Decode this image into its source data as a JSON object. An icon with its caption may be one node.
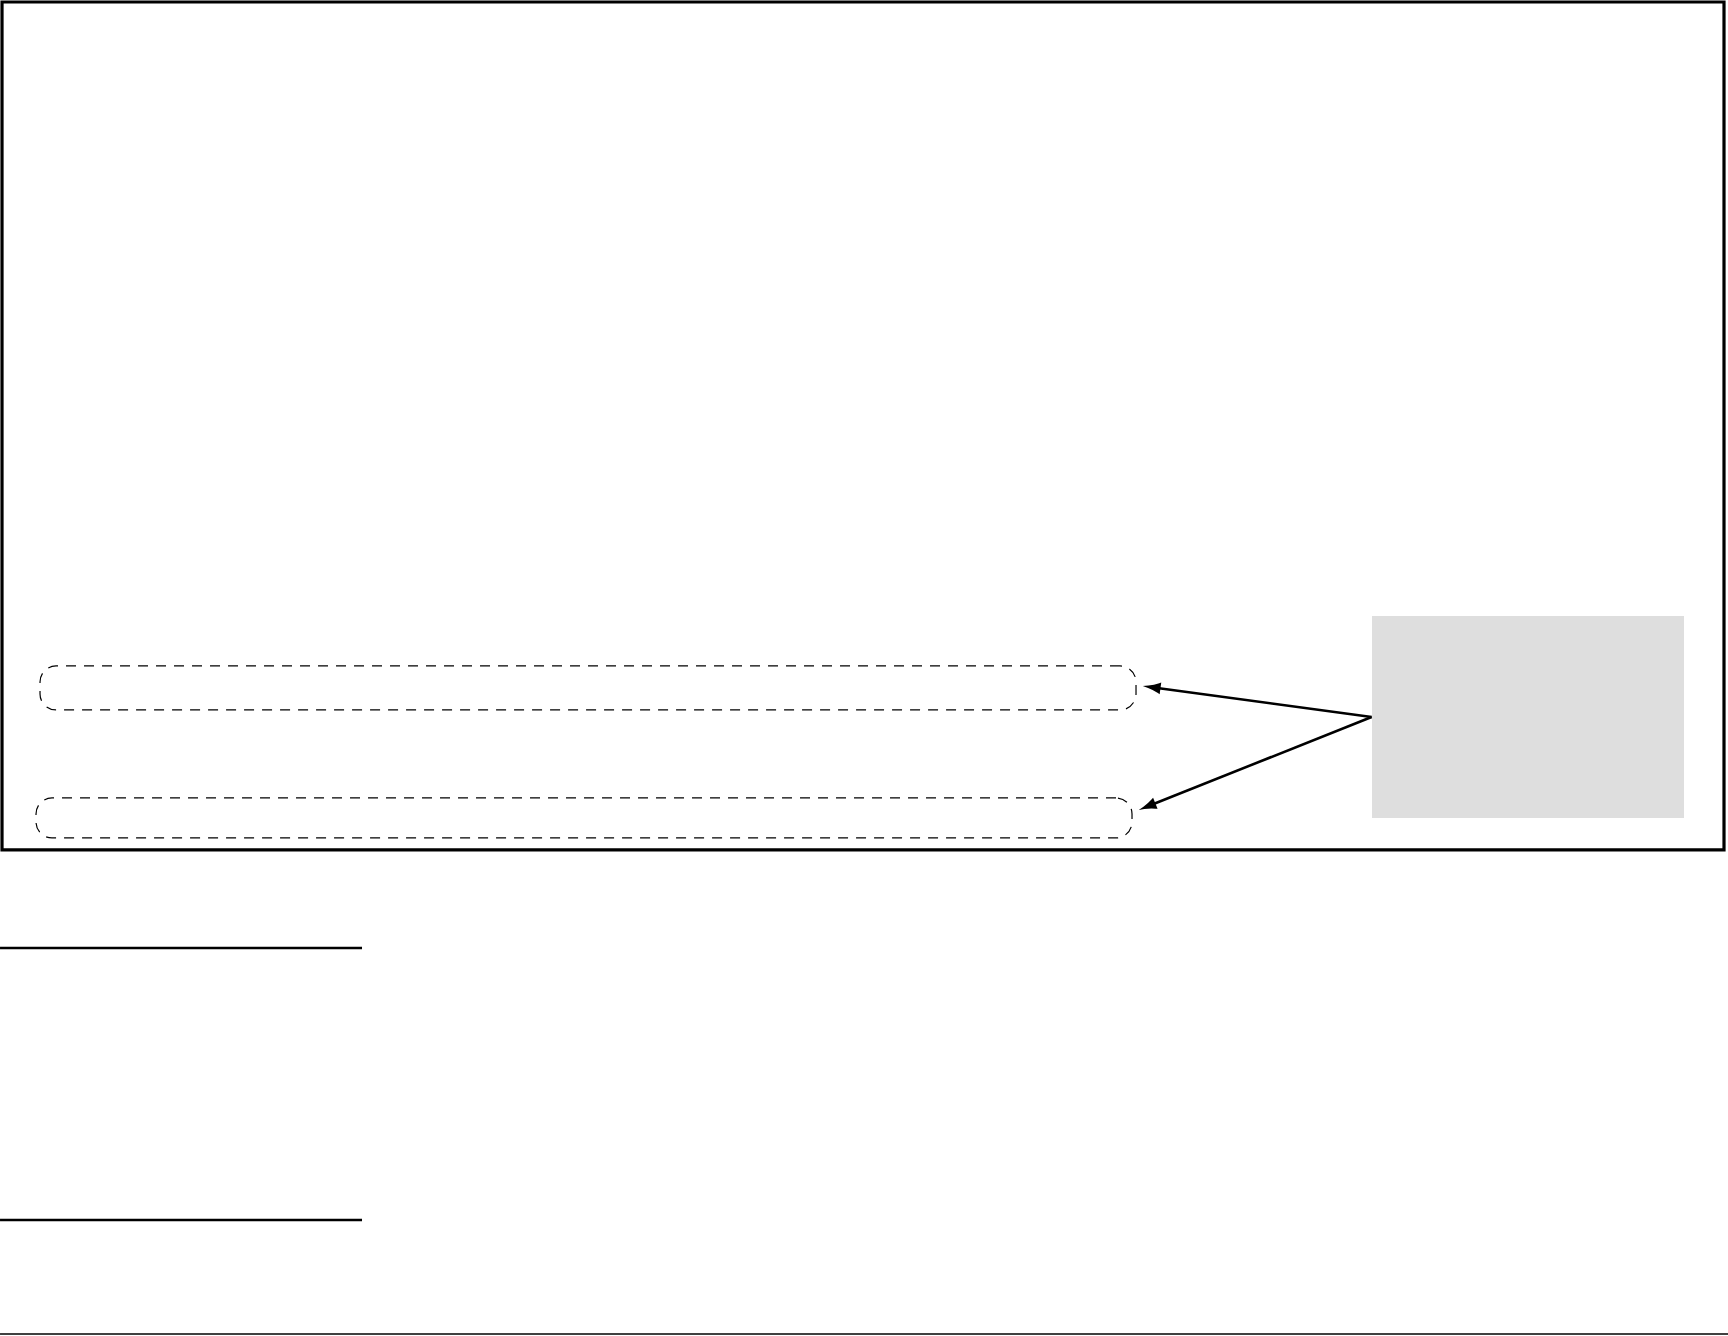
{
  "diagram": {
    "nodes": [
      {
        "text": [],
        "shape": "box"
      },
      {
        "text": [],
        "shape": "box"
      },
      {
        "text": [],
        "shape": "box"
      }
    ],
    "edges": [
      {
        "from": 2,
        "to": 0,
        "arrow": "to"
      },
      {
        "from": 2,
        "to": 1,
        "arrow": "to"
      }
    ]
  }
}
